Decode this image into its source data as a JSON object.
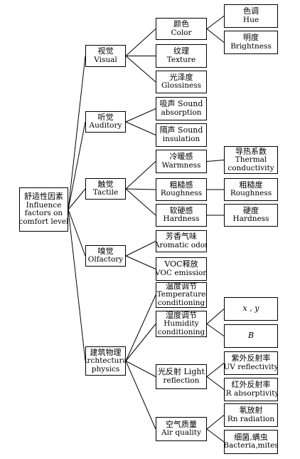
{
  "nodes": {
    "root": {
      "lines": [
        "舒适性因素",
        "Influence",
        "factors on",
        "comfort level"
      ]
    },
    "visual": {
      "lines": [
        "视觉",
        "Visual"
      ]
    },
    "color": {
      "lines": [
        "颜色",
        "Color"
      ]
    },
    "hue": {
      "lines": [
        "色调",
        "Hue"
      ]
    },
    "brightness": {
      "lines": [
        "明度",
        "Brightness"
      ]
    },
    "texture": {
      "lines": [
        "纹理",
        "Texture"
      ]
    },
    "glossiness": {
      "lines": [
        "光泽度",
        "Glossiness"
      ]
    },
    "auditory": {
      "lines": [
        "听觉",
        "Auditory"
      ]
    },
    "sound_absorption": {
      "lines": [
        "吸声 Sound",
        "absorption"
      ]
    },
    "sound_insulation": {
      "lines": [
        "隔声 Sound",
        "insulation"
      ]
    },
    "tactile": {
      "lines": [
        "触觉",
        "Tactile"
      ]
    },
    "warmness": {
      "lines": [
        "冷暖感",
        "Warmness"
      ]
    },
    "thermal_conductivity": {
      "lines": [
        "导热系数",
        "Thermal",
        "conductivity"
      ]
    },
    "roughness": {
      "lines": [
        "粗糙感",
        "Roughness"
      ]
    },
    "roughness_degree": {
      "lines": [
        "粗糙度",
        "Roughness"
      ]
    },
    "hardness": {
      "lines": [
        "软硬感",
        "Hardness"
      ]
    },
    "hardness_degree": {
      "lines": [
        "硬度",
        "Hardness"
      ]
    },
    "olfactory": {
      "lines": [
        "嗅觉",
        "Olfactory"
      ]
    },
    "aromatic_odor": {
      "lines": [
        "芳香气味",
        "Aromatic odor"
      ]
    },
    "voc_emission": {
      "lines": [
        "VOC释放",
        "VOC emission"
      ]
    },
    "architectural_physics": {
      "lines": [
        "建筑物理",
        "Archtectural",
        "physics"
      ]
    },
    "temperature_conditioning": {
      "lines": [
        "温度调节",
        "Temperature",
        "conditioning"
      ]
    },
    "humidity_conditioning": {
      "lines": [
        "湿度调节",
        "Humidity",
        "conditioning"
      ]
    },
    "xy": {
      "lines": [
        "x , y"
      ]
    },
    "b": {
      "lines": [
        "B"
      ]
    },
    "light_reflection": {
      "lines": [
        "光反射 Light",
        "reflection"
      ]
    },
    "uv_reflectivity": {
      "lines": [
        "紫外反射率",
        "UV reflectivity"
      ]
    },
    "ir_absorptivity": {
      "lines": [
        "红外反射率",
        "IR absorptivity"
      ]
    },
    "air_quality": {
      "lines": [
        "空气质量",
        "Air quality"
      ]
    },
    "rn_radiation": {
      "lines": [
        "氡放射",
        "Rn radiation"
      ]
    },
    "bacteria_mites": {
      "lines": [
        "细菌,螨虫",
        "Bacteria,mites"
      ]
    }
  }
}
